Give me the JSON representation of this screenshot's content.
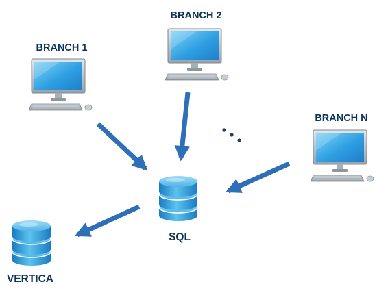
{
  "nodes": {
    "branch1": {
      "label": "BRANCH 1",
      "icon": "computer-icon"
    },
    "branch2": {
      "label": "BRANCH 2",
      "icon": "computer-icon"
    },
    "branchN": {
      "label": "BRANCH N",
      "icon": "computer-icon"
    },
    "sql": {
      "label": "SQL",
      "icon": "database-icon"
    },
    "vertica": {
      "label": "VERTICA",
      "icon": "database-icon"
    }
  },
  "ellipsis": "...",
  "colors": {
    "arrow": "#2f6fb8",
    "label": "#0d3358",
    "monitor_frame": "#9aa4ad",
    "screen": "#2e9fe2",
    "database": "#3aa8df"
  }
}
